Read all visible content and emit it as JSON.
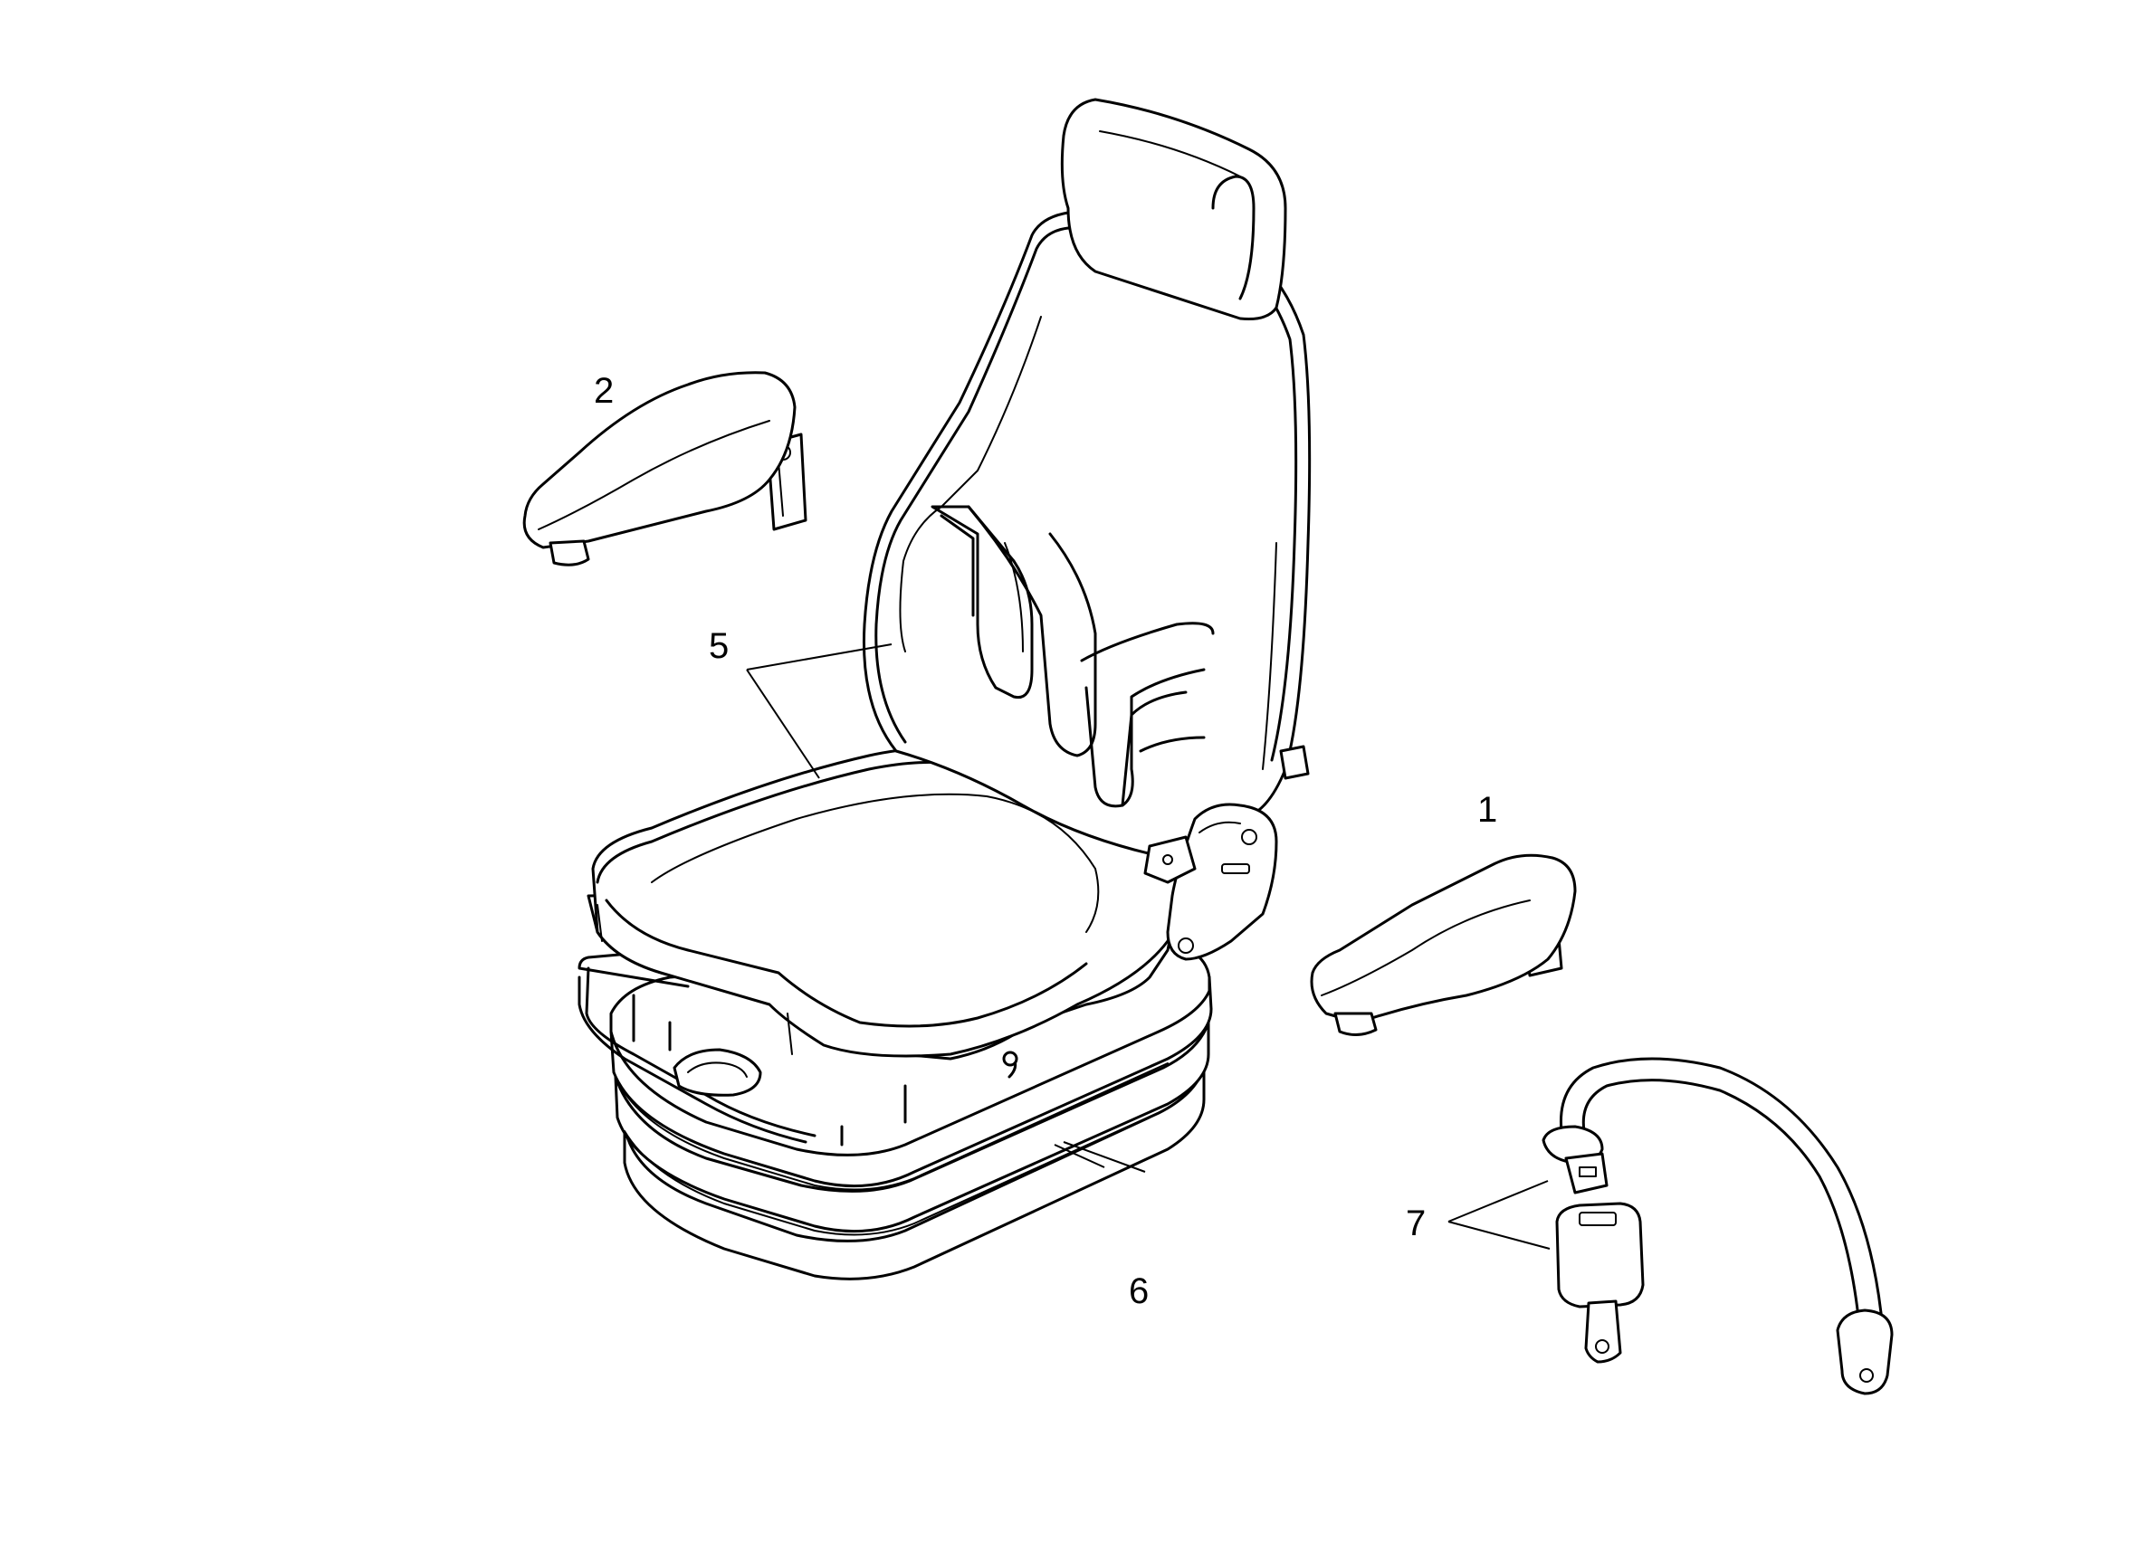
{
  "callouts": [
    {
      "id": "1",
      "label": "1"
    },
    {
      "id": "2",
      "label": "2"
    },
    {
      "id": "5",
      "label": "5"
    },
    {
      "id": "6",
      "label": "6"
    },
    {
      "id": "7",
      "label": "7"
    }
  ],
  "colors": {
    "line": "#000000",
    "background": "#ffffff"
  }
}
